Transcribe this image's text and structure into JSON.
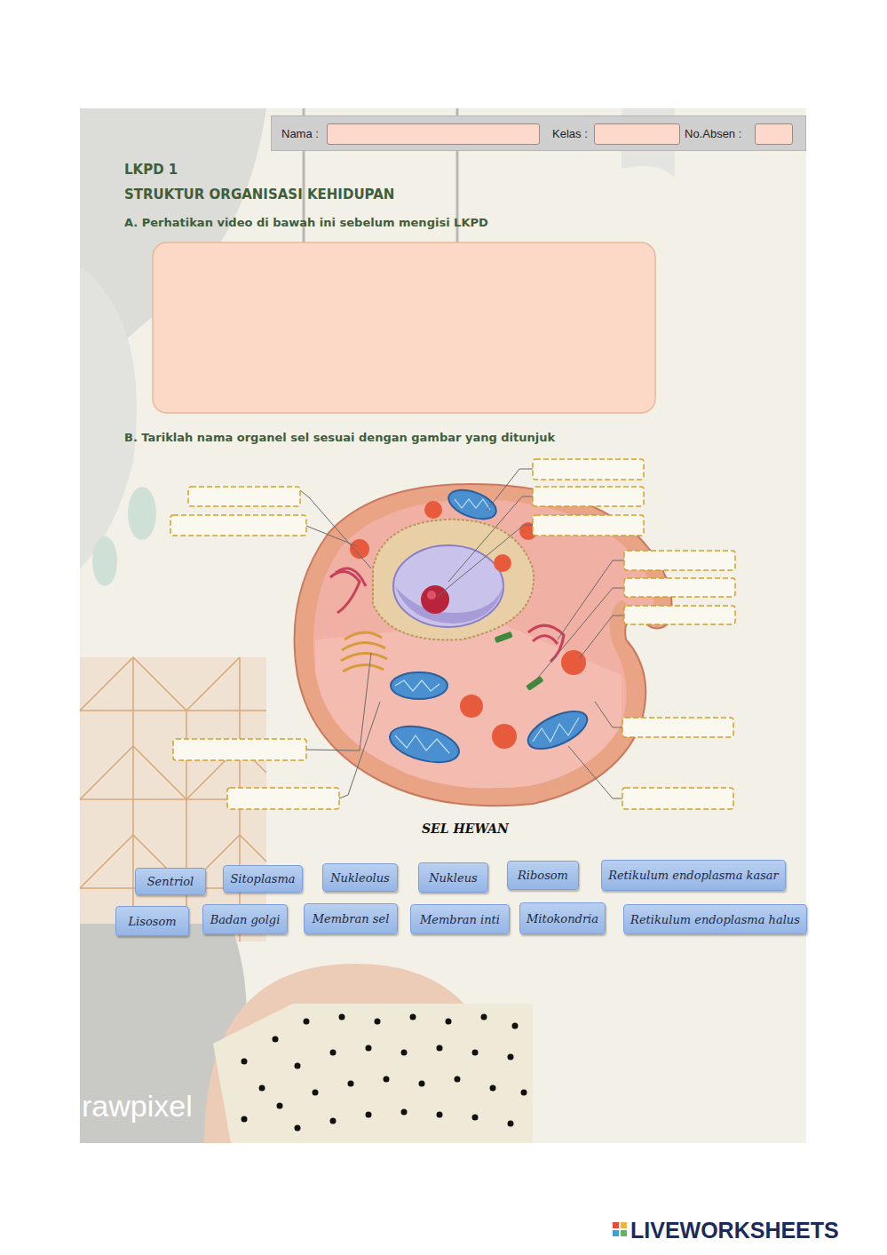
{
  "diagram": {
    "title": "STRUKTUR ORGANISASI KEHIDUPAN",
    "nodes": [
      {
        "text": [
          "Nama :",
          "Kelas :",
          "No.Absen :"
        ]
      },
      {
        "text": [
          "Sentriol"
        ]
      },
      {
        "text": [
          "Sitoplasma"
        ]
      },
      {
        "text": [
          "Nukleolus"
        ]
      },
      {
        "text": [
          "Nukleus"
        ]
      },
      {
        "text": [
          "Ribosom"
        ]
      },
      {
        "text": [
          "Retikulum endoplasma kasar"
        ]
      },
      {
        "text": [
          "Lisosom"
        ]
      },
      {
        "text": [
          "Badan golgi"
        ]
      },
      {
        "text": [
          "Membran sel"
        ]
      },
      {
        "text": [
          "Membran inti"
        ]
      },
      {
        "text": [
          "Mitokondria"
        ]
      },
      {
        "text": [
          "Retikulum endoplasma halus"
        ]
      }
    ],
    "labels": [
      "LKPD 1",
      "A. Perhatikan video di bawah ini sebelum mengisi LKPD",
      "B. Tariklah nama organel sel sesuai dengan gambar yang ditunjuk",
      "SEL HEWAN",
      "rawpixel",
      "LIVEWORKSHEETS"
    ]
  }
}
